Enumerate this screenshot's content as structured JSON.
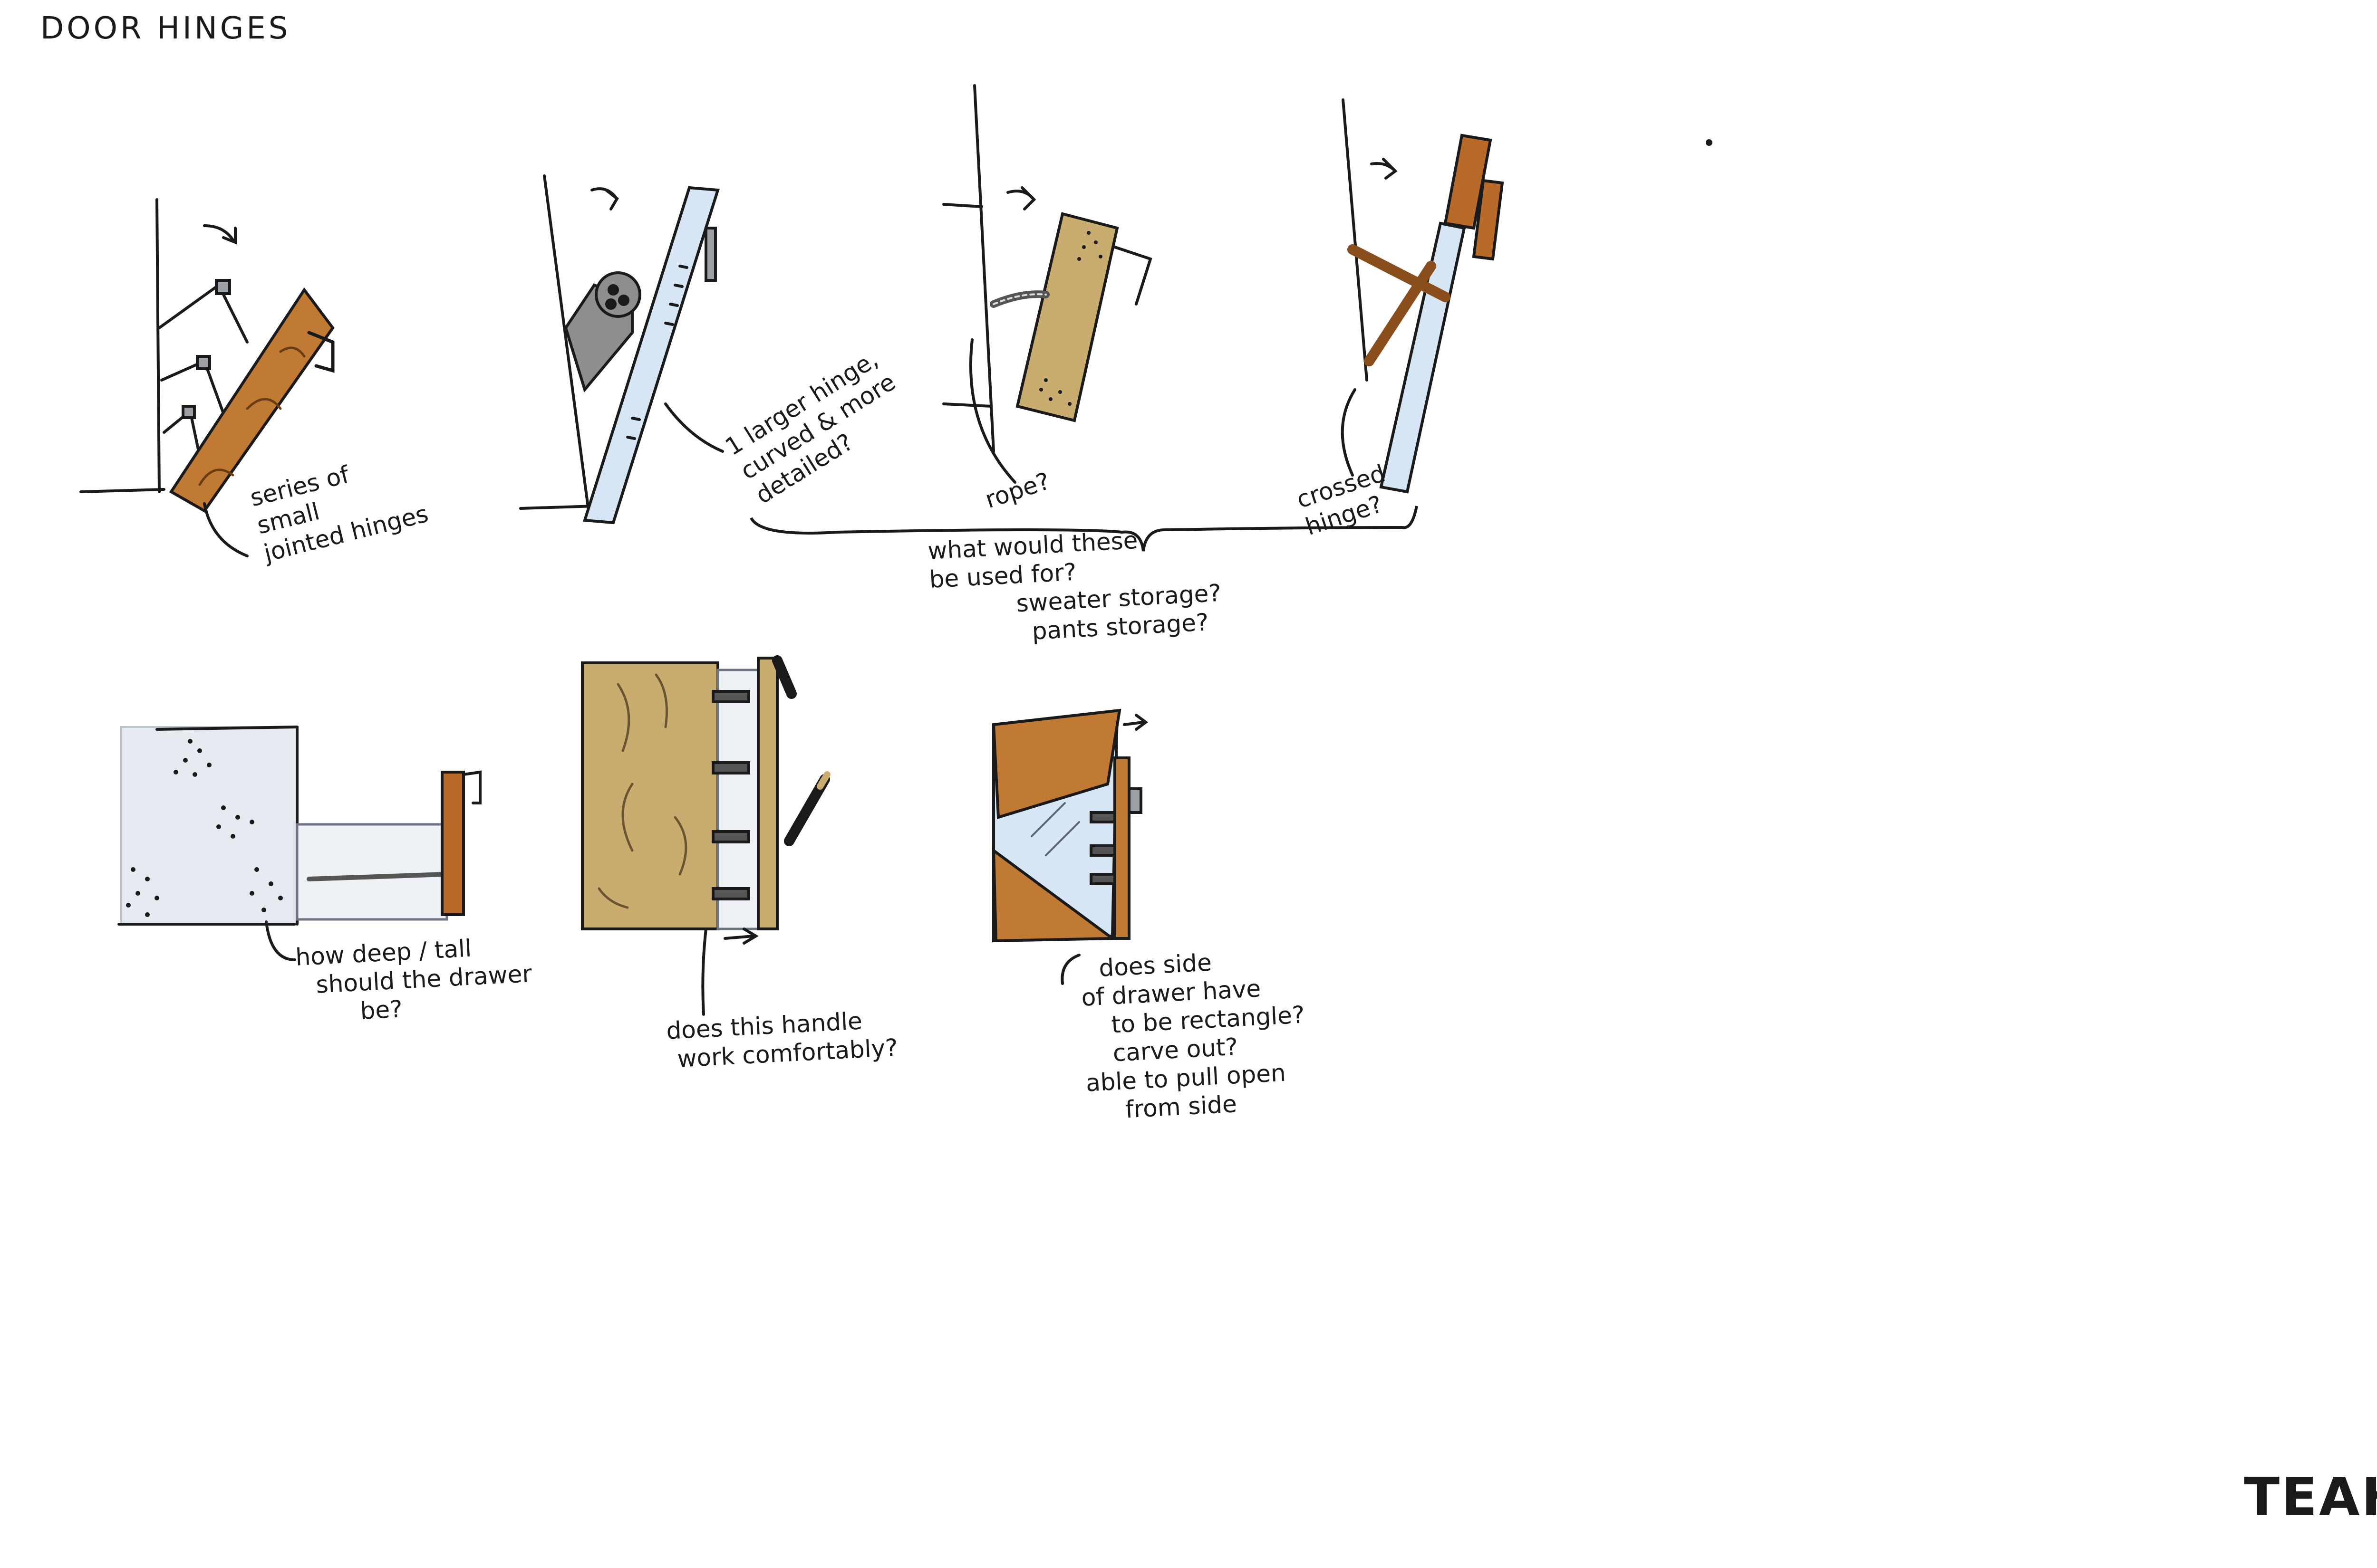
{
  "sheet_title": "DOOR HINGES",
  "signature": "TEAH",
  "colors": {
    "ink": "#1a1a1a",
    "wood": "#c07a34",
    "wood_dark": "#8a4e1c",
    "wood_light": "#c9ad70",
    "glass": "#d6e6f5",
    "grey_fabric": "#e6eaf1",
    "metal_grey": "#8e8e8e"
  },
  "sketches": {
    "jointed": {
      "note": [
        "series of",
        "small",
        "jointed hinges"
      ]
    },
    "larger": {
      "note": [
        "1 larger hinge,",
        "curved & more",
        "detailed?"
      ]
    },
    "rope": {
      "note": [
        "rope?"
      ]
    },
    "crossed": {
      "note": [
        "crossed",
        "hinge?"
      ]
    },
    "bracket_note": [
      "what would these",
      "be used for?",
      "sweater storage?",
      "pants storage?"
    ],
    "drawer_depth": {
      "note": [
        "how deep / tall",
        "should the drawer",
        "be?"
      ]
    },
    "drawer_handle": {
      "note": [
        "does this handle",
        "work comfortably?"
      ]
    },
    "drawer_side": {
      "note": [
        "does side",
        "of drawer have",
        "to be rectangle?",
        "carve out?",
        "able to pull open",
        "from side"
      ]
    }
  }
}
